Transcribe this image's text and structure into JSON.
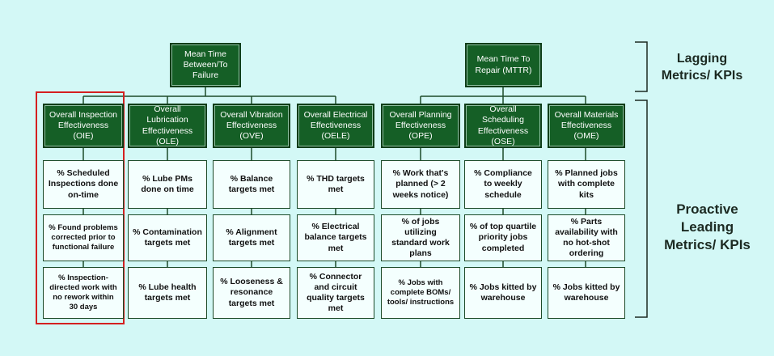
{
  "lagging": {
    "mtbf": "Mean Time Between/To Failure",
    "mttr": "Mean Time To Repair (MTTR)",
    "label": "Lagging Metrics/ KPIs"
  },
  "leading": {
    "label": "Proactive Leading Metrics/ KPIs"
  },
  "categories": [
    {
      "title": "Overall Inspection Effectiveness (OIE)",
      "metrics": [
        "% Scheduled Inspections done on-time",
        "% Found problems corrected prior to functional failure",
        "% Inspection-directed work with no rework within 30 days"
      ]
    },
    {
      "title": "Overall Lubrication Effectiveness (OLE)",
      "metrics": [
        "% Lube PMs done on time",
        "% Contamination targets met",
        "% Lube health targets met"
      ]
    },
    {
      "title": "Overall Vibration Effectiveness (OVE)",
      "metrics": [
        "% Balance targets met",
        "% Alignment targets met",
        "% Looseness & resonance targets met"
      ]
    },
    {
      "title": "Overall Electrical Effectiveness (OELE)",
      "metrics": [
        "% THD targets met",
        "% Electrical balance targets met",
        "% Connector and circuit quality targets met"
      ]
    },
    {
      "title": "Overall Planning Effectiveness (OPE)",
      "metrics": [
        "% Work that's planned (> 2 weeks notice)",
        "% of jobs utilizing standard work plans",
        "% Jobs with complete BOMs/ tools/ instructions"
      ]
    },
    {
      "title": "Overall Scheduling Effectiveness (OSE)",
      "metrics": [
        "% Compliance to weekly schedule",
        "% of top quartile priority jobs completed",
        "% Jobs kitted by warehouse"
      ]
    },
    {
      "title": "Overall Materials Effectiveness (OME)",
      "metrics": [
        "% Planned jobs with complete kits",
        "% Parts availability with no hot-shot ordering",
        "% Jobs kitted by warehouse"
      ]
    }
  ],
  "colors": {
    "box_fill": "#155f26",
    "line": "#1c4a28",
    "highlight": "#d42020",
    "background": "#d3f8f6"
  }
}
